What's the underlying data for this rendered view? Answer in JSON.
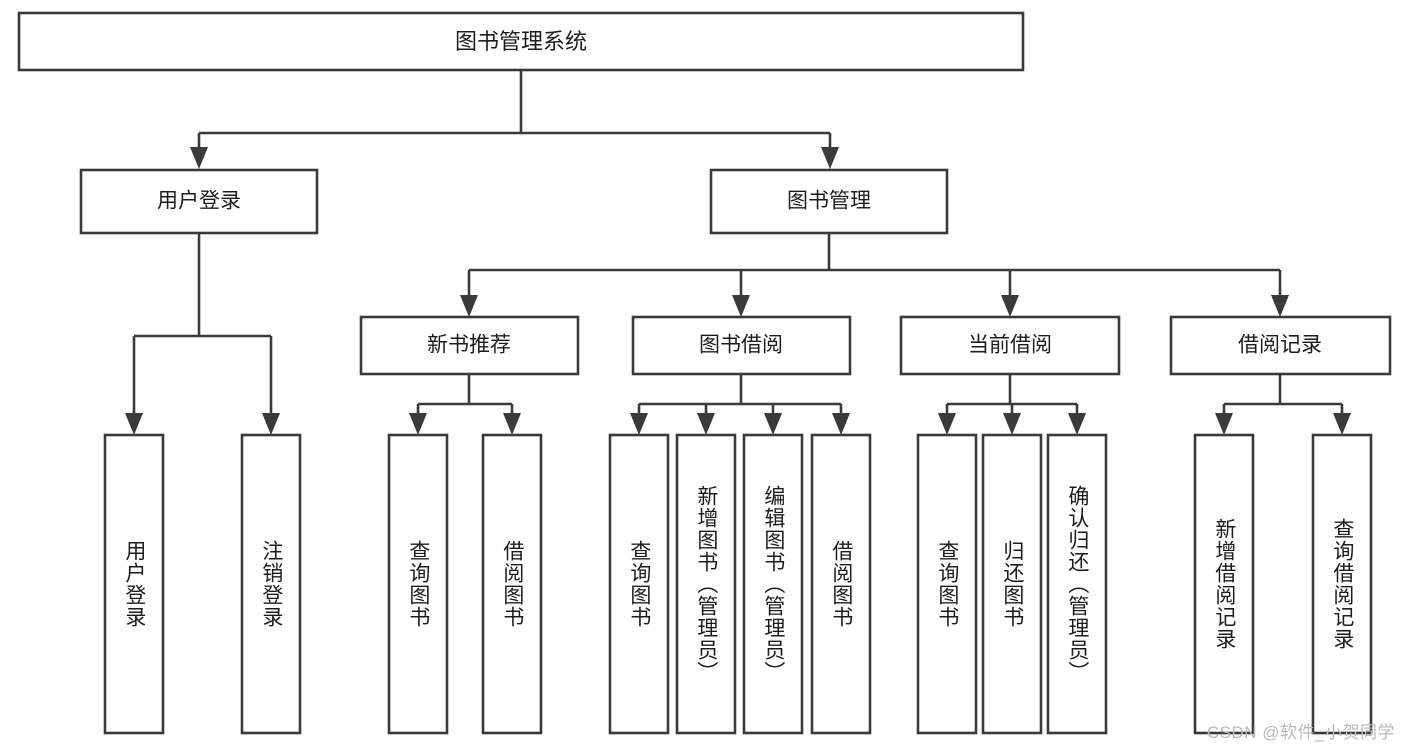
{
  "diagram": {
    "title": "图书管理系统",
    "type": "tree",
    "watermark": "CSDN @软件_小贺同学",
    "colors": {
      "stroke": "#3a3a3a",
      "fill": "#ffffff",
      "text": "#1d1d1d",
      "watermark": "#b9b9b9",
      "background": "#ffffff"
    },
    "levels": {
      "root": {
        "label": "图书管理系统"
      },
      "level2": [
        {
          "id": "user-login",
          "label": "用户登录"
        },
        {
          "id": "book-management",
          "label": "图书管理"
        }
      ],
      "level3": [
        {
          "id": "new-book-recommend",
          "label": "新书推荐",
          "parent": "book-management"
        },
        {
          "id": "book-borrow",
          "label": "图书借阅",
          "parent": "book-management"
        },
        {
          "id": "current-borrow",
          "label": "当前借阅",
          "parent": "book-management"
        },
        {
          "id": "borrow-record",
          "label": "借阅记录",
          "parent": "book-management"
        }
      ],
      "leaves": [
        {
          "id": "leaf-user-login",
          "label": "用户登录",
          "parent": "user-login"
        },
        {
          "id": "leaf-user-logout",
          "label": "注销登录",
          "parent": "user-login"
        },
        {
          "id": "leaf-query-book-1",
          "label": "查询图书",
          "parent": "new-book-recommend"
        },
        {
          "id": "leaf-borrow-book-1",
          "label": "借阅图书",
          "parent": "new-book-recommend"
        },
        {
          "id": "leaf-query-book-2",
          "label": "查询图书",
          "parent": "book-borrow"
        },
        {
          "id": "leaf-add-book",
          "label": "新增图书（管理员）",
          "parent": "book-borrow"
        },
        {
          "id": "leaf-edit-book",
          "label": "编辑图书（管理员）",
          "parent": "book-borrow"
        },
        {
          "id": "leaf-borrow-book-2",
          "label": "借阅图书",
          "parent": "book-borrow"
        },
        {
          "id": "leaf-query-book-3",
          "label": "查询图书",
          "parent": "current-borrow"
        },
        {
          "id": "leaf-return-book",
          "label": "归还图书",
          "parent": "current-borrow"
        },
        {
          "id": "leaf-confirm-return",
          "label": "确认归还（管理员）",
          "parent": "current-borrow"
        },
        {
          "id": "leaf-add-record",
          "label": "新增借阅记录",
          "parent": "borrow-record"
        },
        {
          "id": "leaf-query-record",
          "label": "查询借阅记录",
          "parent": "borrow-record"
        }
      ]
    }
  }
}
